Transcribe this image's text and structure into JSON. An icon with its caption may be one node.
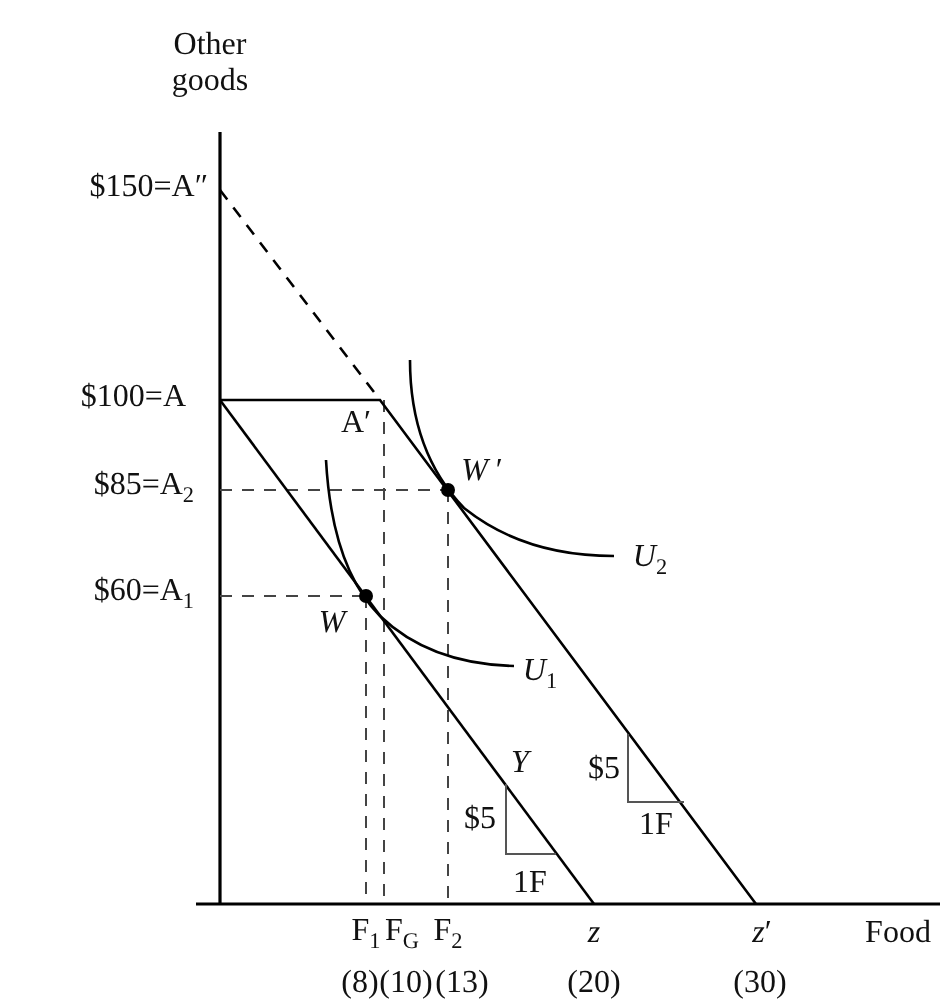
{
  "diagram": {
    "labels": [
      "Other goods",
      "$150=A″",
      "$100=A",
      "A′",
      "$85=A$_{2}$",
      "$60=A$_{1}$",
      "*W* ′",
      "*W*",
      "*U*$_{2}$",
      "*U*$_{1}$",
      "*Y*",
      "$5",
      "1F",
      "$5",
      "1F",
      "F$_{1}$",
      "F$_{G}$",
      "F$_{2}$",
      "*z*",
      "*z*′",
      "Food",
      "(8)",
      "(10)",
      "(13)",
      "(20)",
      "(30)"
    ]
  }
}
